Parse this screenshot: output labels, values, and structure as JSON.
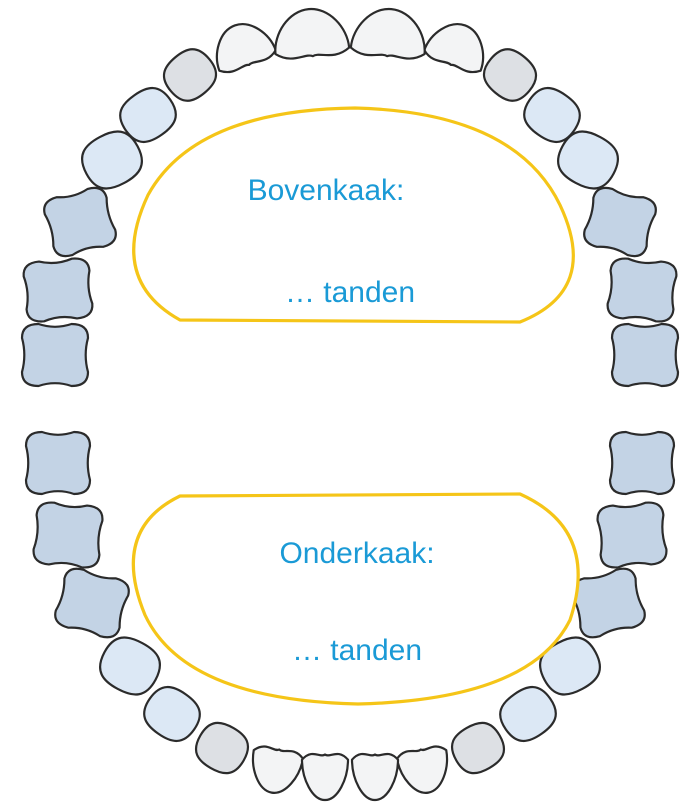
{
  "upper_jaw": {
    "title": "Bovenkaak:",
    "count_text": "… tanden"
  },
  "lower_jaw": {
    "title": "Onderkaak:",
    "count_text": "… tanden"
  },
  "colors": {
    "label_border": "#f5c518",
    "label_text": "#1a9ad6",
    "incisor_fill": "#f3f4f5",
    "canine_fill": "#dde0e4",
    "premolar_fill": "#dce8f5",
    "molar_fill": "#c3d3e5",
    "outline": "#2b2b2b"
  },
  "teeth": {
    "upper_count_drawn": 16,
    "lower_count_drawn": 16
  }
}
